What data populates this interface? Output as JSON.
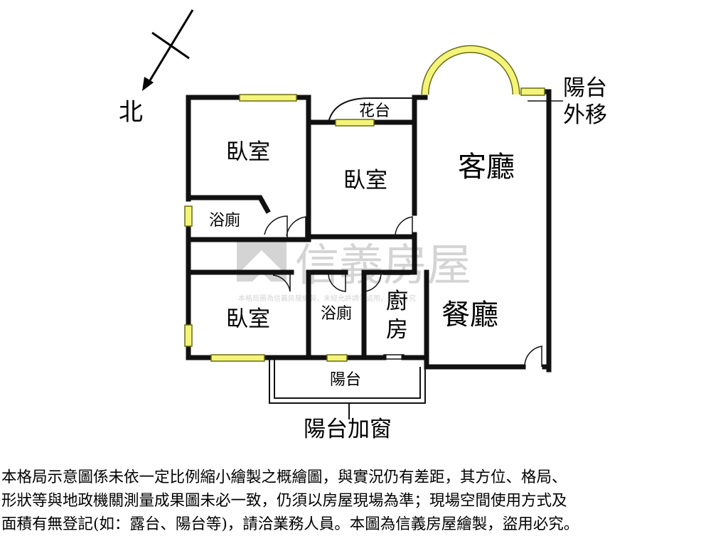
{
  "colors": {
    "wall": "#111111",
    "window_fill": "#f4f47a",
    "window_stroke": "#6b6b10",
    "watermark": "#d0d0d0"
  },
  "compass": {
    "label": "北",
    "icon": "north-arrow-icon"
  },
  "watermark": {
    "brand": "信義房屋",
    "small_text": "本格局圖為信義房屋繪製，未經允許請勿盜用，違者必究",
    "icon": "house-logo-icon"
  },
  "rooms": {
    "bedroom_top_left": "臥室",
    "bedroom_middle": "臥室",
    "bedroom_bottom_left": "臥室",
    "bathroom_left": "浴廁",
    "bathroom_center": "浴廁",
    "kitchen_line1": "廚",
    "kitchen_line2": "房",
    "living_room": "客廳",
    "dining_room": "餐廳",
    "planter": "花台",
    "balcony": "陽台"
  },
  "annotations": {
    "balcony_moved_line1": "陽台",
    "balcony_moved_line2": "外移",
    "balcony_enclosed": "陽台加窗"
  },
  "disclaimer": {
    "line1": "本格局示意圖係未依一定比例縮小繪製之概繪圖，與實況仍有差距，其方位、格局、",
    "line2": "形狀等與地政機關測量成果圖未必一致，仍須以房屋現場為準；現場空間使用方式及",
    "line3": "面積有無登記(如：露台、陽台等)，請洽業務人員。本圖為信義房屋繪製，盜用必究。"
  }
}
